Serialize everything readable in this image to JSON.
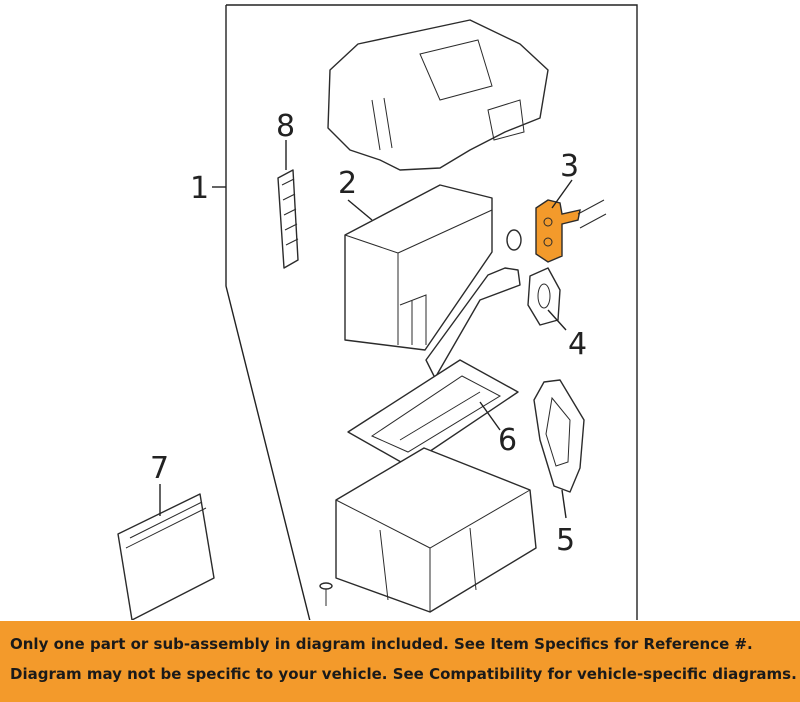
{
  "diagram": {
    "callouts": [
      {
        "id": "1",
        "label": "1"
      },
      {
        "id": "2",
        "label": "2"
      },
      {
        "id": "3",
        "label": "3"
      },
      {
        "id": "4",
        "label": "4"
      },
      {
        "id": "5",
        "label": "5"
      },
      {
        "id": "6",
        "label": "6"
      },
      {
        "id": "7",
        "label": "7"
      },
      {
        "id": "8",
        "label": "8"
      }
    ],
    "highlight_color": "#f39a2b",
    "line_color": "#2b2b2b"
  },
  "banner": {
    "line1": "Only one part or sub-assembly in diagram included. See Item Specifics for Reference #.",
    "line2": "Diagram may not be specific to your vehicle. See Compatibility for vehicle-specific diagrams.",
    "background": "#f39a2b"
  }
}
